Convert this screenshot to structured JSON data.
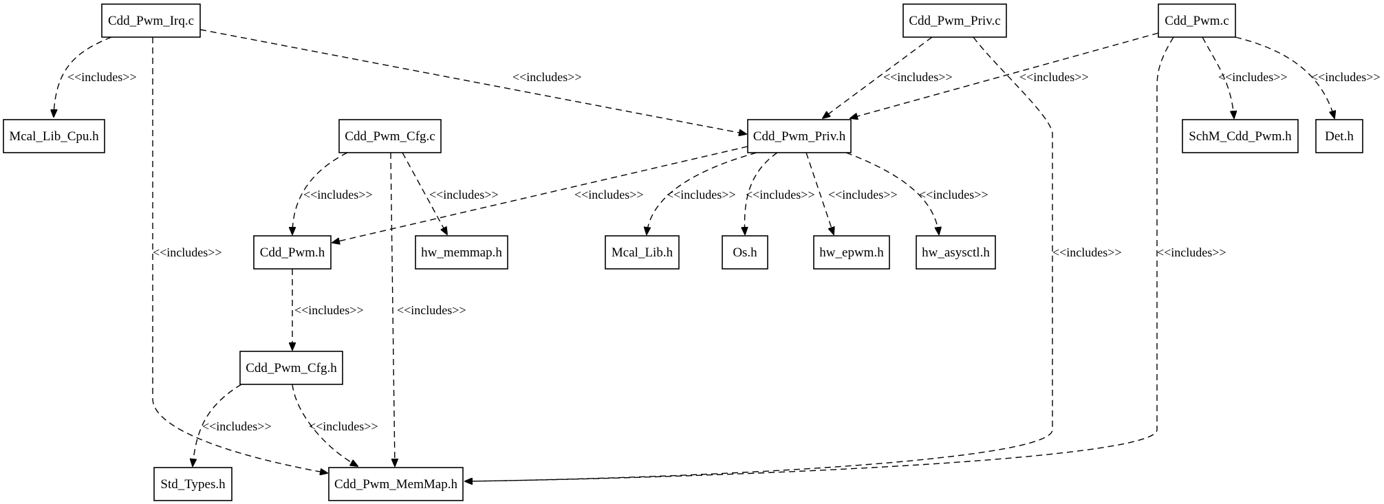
{
  "diagram": {
    "nodes": [
      {
        "id": "irq_c",
        "label": "Cdd_Pwm_Irq.c"
      },
      {
        "id": "priv_c",
        "label": "Cdd_Pwm_Priv.c"
      },
      {
        "id": "pwm_c",
        "label": "Cdd_Pwm.c"
      },
      {
        "id": "mcal_cpu_h",
        "label": "Mcal_Lib_Cpu.h"
      },
      {
        "id": "cfg_c",
        "label": "Cdd_Pwm_Cfg.c"
      },
      {
        "id": "priv_h",
        "label": "Cdd_Pwm_Priv.h"
      },
      {
        "id": "schm_h",
        "label": "SchM_Cdd_Pwm.h"
      },
      {
        "id": "det_h",
        "label": "Det.h"
      },
      {
        "id": "pwm_h",
        "label": "Cdd_Pwm.h"
      },
      {
        "id": "memmap_hw_h",
        "label": "hw_memmap.h"
      },
      {
        "id": "mcal_lib_h",
        "label": "Mcal_Lib.h"
      },
      {
        "id": "os_h",
        "label": "Os.h"
      },
      {
        "id": "epwm_h",
        "label": "hw_epwm.h"
      },
      {
        "id": "asysctl_h",
        "label": "hw_asysctl.h"
      },
      {
        "id": "cfg_h",
        "label": "Cdd_Pwm_Cfg.h"
      },
      {
        "id": "std_h",
        "label": "Std_Types.h"
      },
      {
        "id": "memmap_h",
        "label": "Cdd_Pwm_MemMap.h"
      }
    ],
    "edges": [
      {
        "id": "irq_to_mcalcpu",
        "from": "irq_c",
        "to": "mcal_cpu_h",
        "label": "<<includes>>"
      },
      {
        "id": "irq_to_memmap",
        "from": "irq_c",
        "to": "memmap_h",
        "label": "<<includes>>"
      },
      {
        "id": "irq_to_privh",
        "from": "irq_c",
        "to": "priv_h",
        "label": "<<includes>>"
      },
      {
        "id": "privc_to_privh",
        "from": "priv_c",
        "to": "priv_h",
        "label": "<<includes>>"
      },
      {
        "id": "privc_to_memmap",
        "from": "priv_c",
        "to": "memmap_h",
        "label": "<<includes>>"
      },
      {
        "id": "pwmc_to_privh",
        "from": "pwm_c",
        "to": "priv_h",
        "label": "<<includes>>"
      },
      {
        "id": "pwmc_to_schm",
        "from": "pwm_c",
        "to": "schm_h",
        "label": "<<includes>>"
      },
      {
        "id": "pwmc_to_det",
        "from": "pwm_c",
        "to": "det_h",
        "label": "<<includes>>"
      },
      {
        "id": "pwmc_to_memmap",
        "from": "pwm_c",
        "to": "memmap_h",
        "label": "<<includes>>"
      },
      {
        "id": "cfgc_to_pwmh",
        "from": "cfg_c",
        "to": "pwm_h",
        "label": "<<includes>>"
      },
      {
        "id": "cfgc_to_hwmemmap",
        "from": "cfg_c",
        "to": "memmap_hw_h",
        "label": "<<includes>>"
      },
      {
        "id": "cfgc_to_memmap",
        "from": "cfg_c",
        "to": "memmap_h",
        "label": "<<includes>>"
      },
      {
        "id": "privh_to_pwmh",
        "from": "priv_h",
        "to": "pwm_h",
        "label": "<<includes>>"
      },
      {
        "id": "privh_to_mcallib",
        "from": "priv_h",
        "to": "mcal_lib_h",
        "label": "<<includes>>"
      },
      {
        "id": "privh_to_os",
        "from": "priv_h",
        "to": "os_h",
        "label": "<<includes>>"
      },
      {
        "id": "privh_to_epwm",
        "from": "priv_h",
        "to": "epwm_h",
        "label": "<<includes>>"
      },
      {
        "id": "privh_to_asysctl",
        "from": "priv_h",
        "to": "asysctl_h",
        "label": "<<includes>>"
      },
      {
        "id": "pwmh_to_cfgh",
        "from": "pwm_h",
        "to": "cfg_h",
        "label": "<<includes>>"
      },
      {
        "id": "cfgh_to_std",
        "from": "cfg_h",
        "to": "std_h",
        "label": "<<includes>>"
      },
      {
        "id": "cfgh_to_memmap",
        "from": "cfg_h",
        "to": "memmap_h",
        "label": "<<includes>>"
      }
    ]
  }
}
